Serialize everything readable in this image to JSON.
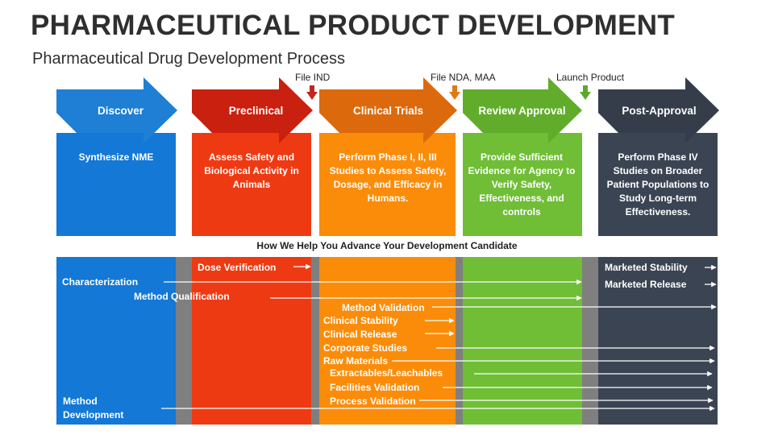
{
  "title": "PHARMACEUTICAL PRODUCT DEVELOPMENT",
  "subtitle": "Pharmaceutical Drug Development Process",
  "milestones": [
    {
      "label": "File IND",
      "color": "#c0271d"
    },
    {
      "label": "File NDA, MAA",
      "color": "#e07a10"
    },
    {
      "label": "Launch Product",
      "color": "#5aaa2a"
    }
  ],
  "stages": [
    {
      "name": "Discover",
      "description": "Synthesize NME",
      "color": "#1378d6",
      "arrow_color": "#1e7fd4"
    },
    {
      "name": "Preclinical",
      "description": "Assess Safety and Biological Activity in Animals",
      "color": "#ee3a12",
      "arrow_color": "#c9200f"
    },
    {
      "name": "Clinical Trials",
      "description": "Perform Phase I, II, III Studies to Assess Safety, Dosage, and Efficacy in Humans.",
      "color": "#fb8c09",
      "arrow_color": "#dc6a0c"
    },
    {
      "name": "Review Approval",
      "description": "Provide Sufficient Evidence for Agency to Verify Safety, Effectiveness, and controls",
      "color": "#6fbe36",
      "arrow_color": "#61ad2b"
    },
    {
      "name": "Post-Approval",
      "description": "Perform Phase IV Studies on Broader Patient Populations to Study Long-term Effectiveness.",
      "color": "#3b4453",
      "arrow_color": "#353d4a"
    }
  ],
  "lower_section_title": "How We Help You Advance Your Development Candidate",
  "services": [
    {
      "label": "Dose Verification"
    },
    {
      "label": "Characterization"
    },
    {
      "label": "Method Qualification"
    },
    {
      "label": "Method Validation"
    },
    {
      "label": "Clinical Stability"
    },
    {
      "label": "Clinical Release"
    },
    {
      "label": "Corporate Studies"
    },
    {
      "label": "Raw Materials"
    },
    {
      "label": "Extractables/Leachables"
    },
    {
      "label": "Facilities Validation"
    },
    {
      "label": "Process Validation"
    },
    {
      "label": "Method Development"
    },
    {
      "label": "Marketed Stability"
    },
    {
      "label": "Marketed Release"
    }
  ]
}
